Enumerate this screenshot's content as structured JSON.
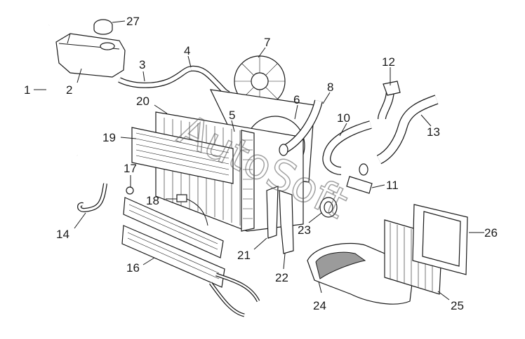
{
  "diagram": {
    "callouts": [
      "1",
      "2",
      "3",
      "4",
      "5",
      "6",
      "7",
      "8",
      "10",
      "11",
      "12",
      "13",
      "14",
      "16",
      "17",
      "18",
      "19",
      "20",
      "21",
      "22",
      "23",
      "24",
      "25",
      "26",
      "27"
    ],
    "watermark": "AutoSoft"
  }
}
